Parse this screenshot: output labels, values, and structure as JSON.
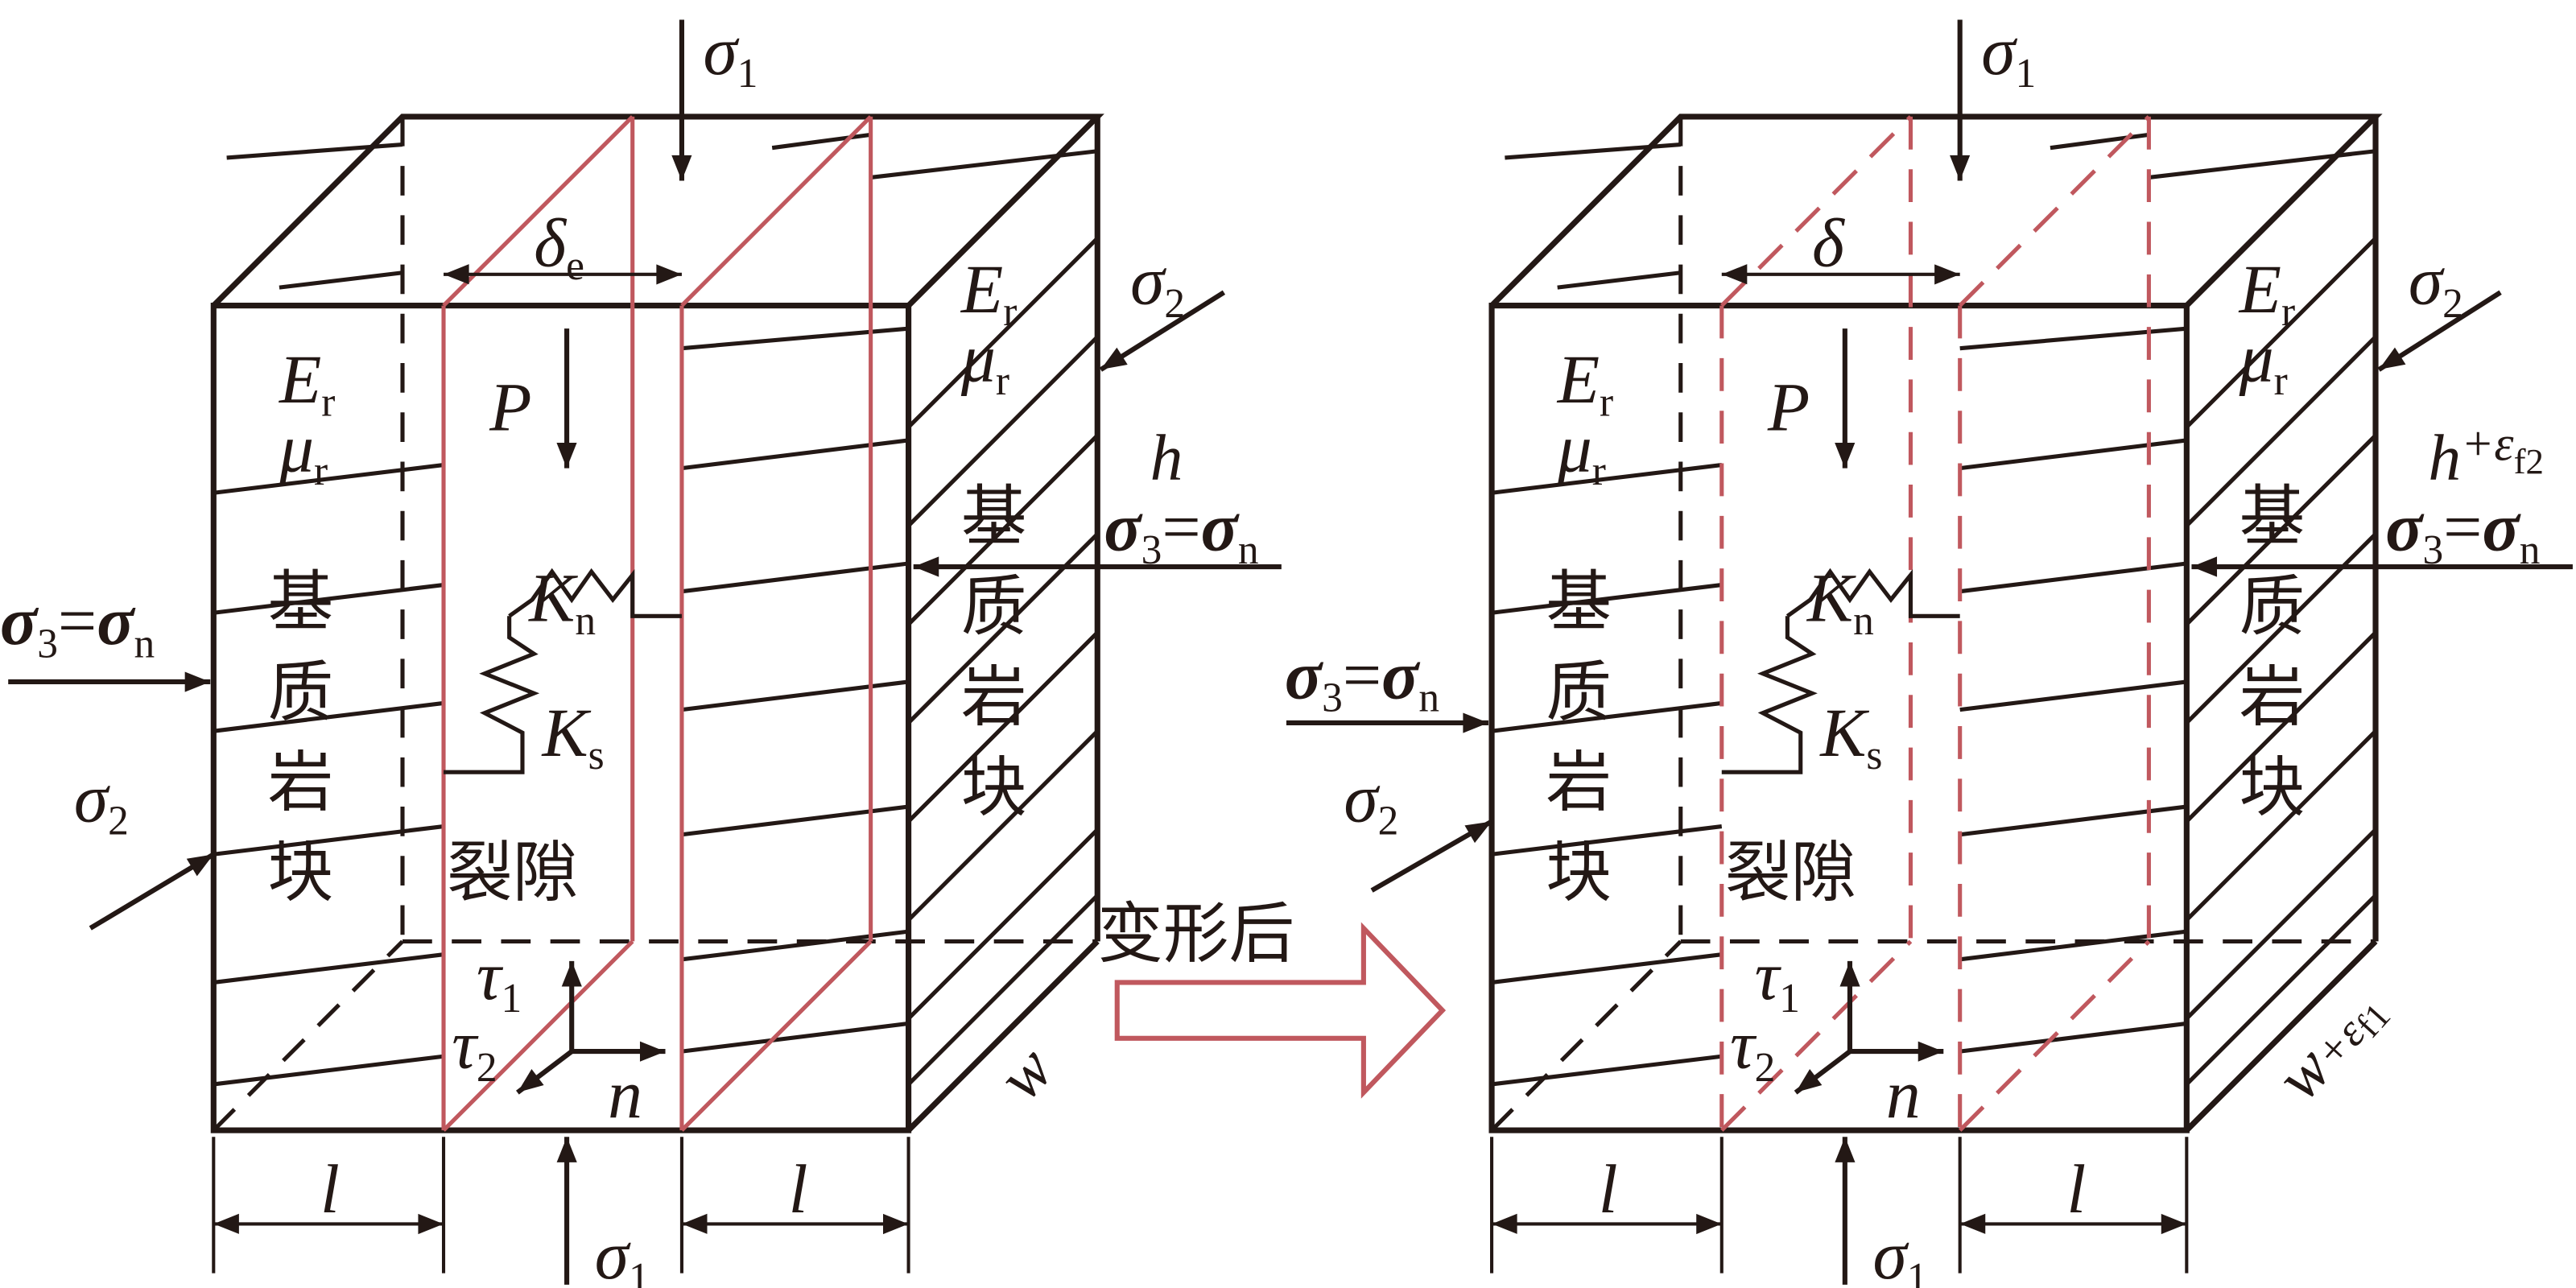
{
  "colors": {
    "ink": "#231815",
    "fracture": "#c0585e"
  },
  "center_arrow_label": "变形后",
  "cubes": [
    {
      "state": "before",
      "sigma1_top": {
        "sym": "σ",
        "sub": "1"
      },
      "sigma1_bottom": {
        "sym": "σ",
        "sub": "1"
      },
      "aperture": {
        "sym": "δ",
        "sub": "e"
      },
      "Er": {
        "sym": "E",
        "sub": "r"
      },
      "mur": {
        "sym": "μ",
        "sub": "r"
      },
      "Er_right": {
        "sym": "E",
        "sub": "r"
      },
      "mur_right": {
        "sym": "μ",
        "sub": "r"
      },
      "P": "P",
      "Kn": {
        "sym": "K",
        "sub": "n"
      },
      "Ks": {
        "sym": "K",
        "sub": "s"
      },
      "fracture_label": "裂隙",
      "matrix_chars": [
        "基",
        "质",
        "岩",
        "块"
      ],
      "matrix_chars_right": [
        "基",
        "质",
        "岩",
        "块"
      ],
      "height": {
        "sym": "h",
        "extra": "",
        "sub": ""
      },
      "width": {
        "sym": "w",
        "extra": "",
        "sub": ""
      },
      "sigma3_left": {
        "a": "σ",
        "a_sub": "3",
        "eq": "=",
        "b": "σ",
        "b_sub": "n"
      },
      "sigma3_right": {
        "a": "σ",
        "a_sub": "3",
        "eq": "=",
        "b": "σ",
        "b_sub": "n"
      },
      "sigma2_left": {
        "sym": "σ",
        "sub": "2"
      },
      "sigma2_right": {
        "sym": "σ",
        "sub": "2"
      },
      "tau1": {
        "sym": "τ",
        "sub": "1"
      },
      "tau2": {
        "sym": "τ",
        "sub": "2"
      },
      "n": "n",
      "l_left": "l",
      "l_right": "l",
      "fracture_style": "solid"
    },
    {
      "state": "after",
      "sigma1_top": {
        "sym": "σ",
        "sub": "1"
      },
      "sigma1_bottom": {
        "sym": "σ",
        "sub": "1"
      },
      "aperture": {
        "sym": "δ",
        "sub": ""
      },
      "Er": {
        "sym": "E",
        "sub": "r"
      },
      "mur": {
        "sym": "μ",
        "sub": "r"
      },
      "Er_right": {
        "sym": "E",
        "sub": "r"
      },
      "mur_right": {
        "sym": "μ",
        "sub": "r"
      },
      "P": "P",
      "Kn": {
        "sym": "K",
        "sub": "n"
      },
      "Ks": {
        "sym": "K",
        "sub": "s"
      },
      "fracture_label": "裂隙",
      "matrix_chars": [
        "基",
        "质",
        "岩",
        "块"
      ],
      "matrix_chars_right": [
        "基",
        "质",
        "岩",
        "块"
      ],
      "height": {
        "sym": "h",
        "extra": "+ε",
        "sub": "f2"
      },
      "width": {
        "sym": "w",
        "extra": "+ε",
        "sub": "f1"
      },
      "sigma3_left": {
        "a": "σ",
        "a_sub": "3",
        "eq": "=",
        "b": "σ",
        "b_sub": "n"
      },
      "sigma3_right": {
        "a": "σ",
        "a_sub": "3",
        "eq": "=",
        "b": "σ",
        "b_sub": "n"
      },
      "sigma2_left": {
        "sym": "σ",
        "sub": "2"
      },
      "sigma2_right": {
        "sym": "σ",
        "sub": "2"
      },
      "tau1": {
        "sym": "τ",
        "sub": "1"
      },
      "tau2": {
        "sym": "τ",
        "sub": "2"
      },
      "n": "n",
      "l_left": "l",
      "l_right": "l",
      "fracture_style": "dashed"
    }
  ]
}
